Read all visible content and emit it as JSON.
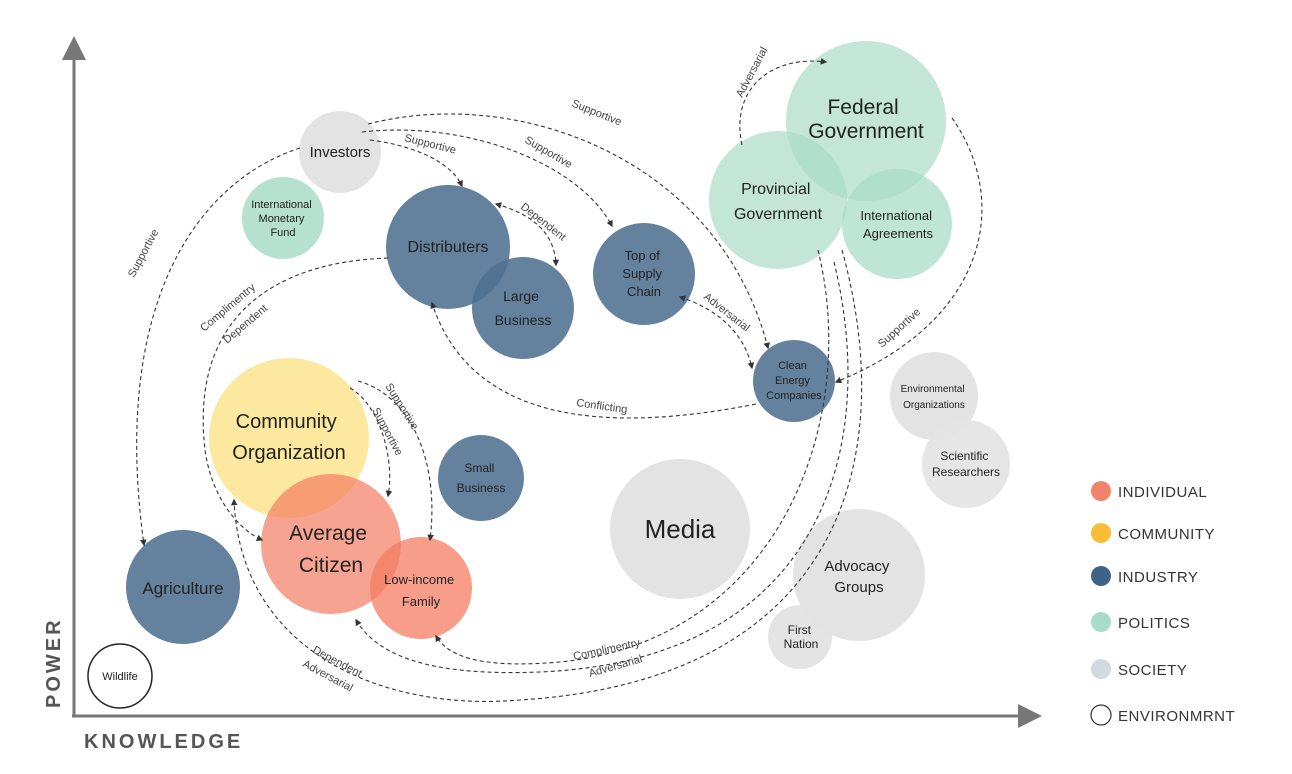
{
  "axes": {
    "x_label": "KNOWLEDGE",
    "y_label": "POWER"
  },
  "colors": {
    "individual": "#f47c63",
    "community": "#fbe58e",
    "industry": "#4f6f8f",
    "politics": "#a9dcc9",
    "society": "#dedede",
    "environment": "#ffffff"
  },
  "legend": [
    {
      "label": "INDIVIDUAL",
      "color": "#f2836b"
    },
    {
      "label": "COMMUNITY",
      "color": "#f6bd35"
    },
    {
      "label": "INDUSTRY",
      "color": "#3d6488"
    },
    {
      "label": "POLITICS",
      "color": "#a7dccb"
    },
    {
      "label": "SOCIETY",
      "color": "#d1d9e1"
    },
    {
      "label": "ENVIRONMRNT",
      "color": "#ffffff"
    }
  ],
  "nodes": {
    "federal_government": [
      "Federal",
      "Government"
    ],
    "provincial_government": [
      "Provincial",
      "Government"
    ],
    "international_agreements": [
      "International",
      "Agreements"
    ],
    "investors": [
      "Investors"
    ],
    "imf": [
      "International",
      "Monetary",
      "Fund"
    ],
    "distributers": [
      "Distributers"
    ],
    "large_business": [
      "Large",
      "Business"
    ],
    "top_of_supply_chain": [
      "Top of",
      "Supply",
      "Chain"
    ],
    "clean_energy": [
      "Clean",
      "Energy",
      "Companies"
    ],
    "environmental_orgs": [
      "Environmental",
      "Organizations"
    ],
    "scientific_researchers": [
      "Scientific",
      "Researchers"
    ],
    "community_org": [
      "Community",
      "Organization"
    ],
    "small_business": [
      "Small",
      "Business"
    ],
    "media": [
      "Media"
    ],
    "average_citizen": [
      "Average",
      "Citizen"
    ],
    "low_income_family": [
      "Low-income",
      "Family"
    ],
    "agriculture": [
      "Agriculture"
    ],
    "advocacy_groups": [
      "Advocacy",
      "Groups"
    ],
    "first_nation": [
      "First",
      "Nation"
    ],
    "wildlife": [
      "Wildlife"
    ]
  },
  "edges": {
    "adversarial_gov": "Adversarial",
    "supportive_top_arc": "Supportive",
    "supportive_to_supply": "Supportive",
    "supportive_to_distributers": "Supportive",
    "dependent_large": "Dependent",
    "adversarial_supply_clean": "Adversarial",
    "supportive_fed_clean": "Supportive",
    "conflicting": "Conflicting",
    "supportive_left": "Supportive",
    "complimentry_left": "Complimentry",
    "dependent_left": "Dependent",
    "supportive_comm_1": "Supportive",
    "supportive_comm_2": "Supportive",
    "complimentry_bottom": "Complimentry",
    "adversarial_bottom": "Adversarial",
    "dependent_bottom": "Dependent",
    "adversarial_bottom_2": "Adversarial"
  }
}
